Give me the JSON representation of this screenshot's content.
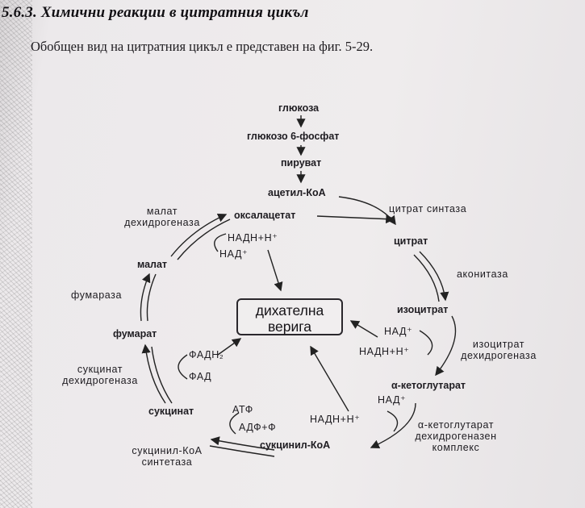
{
  "section": {
    "title": "5.6.3. Химични реакции в цитратния цикъл"
  },
  "intro": {
    "text": "Обобщен вид на цитратния цикъл е представен на фиг. 5-29."
  },
  "pathway": [
    "глюкоза",
    "глюкозо 6-фосфат",
    "пируват",
    "ацетил-КоА"
  ],
  "metabolites": {
    "oxaloacetate": "оксалацетат",
    "citrate": "цитрат",
    "isocitrate": "изоцитрат",
    "akg": "α-кетоглутарат",
    "succinyl_coa": "сукцинил-КоА",
    "succinate": "сукцинат",
    "fumarate": "фумарат",
    "malate": "малат"
  },
  "enzymes": {
    "citrate_synthase": "цитрат синтаза",
    "aconitase": "аконитаза",
    "isocitrate_dh": [
      "изоцитрат",
      "дехидрогеназа"
    ],
    "akg_dh": [
      "α-кетоглутарат",
      "дехидрогеназен",
      "комплекс"
    ],
    "succinyl_coa_synthetase": [
      "сукцинил-КоА",
      "синтетаза"
    ],
    "succinate_dh": [
      "сукцинат",
      "дехидрогеназа"
    ],
    "fumarase": "фумараза",
    "malate_dh": [
      "малат",
      "дехидрогеназа"
    ]
  },
  "cofactors": {
    "nadh_malate": "НАДН+Н⁺",
    "nad_malate": "НАД⁺",
    "nad_iso": "НАД⁺",
    "nadh_iso": "НАДН+Н⁺",
    "nad_akg": "НАД⁺",
    "nadh_akg": "НАДН+Н⁺",
    "fadh2": "ФАДН₂",
    "fad": "ФАД",
    "atp": "АТФ",
    "adp": "АДФ+Ф"
  },
  "respiratory_chain": [
    "дихателна",
    "верига"
  ]
}
